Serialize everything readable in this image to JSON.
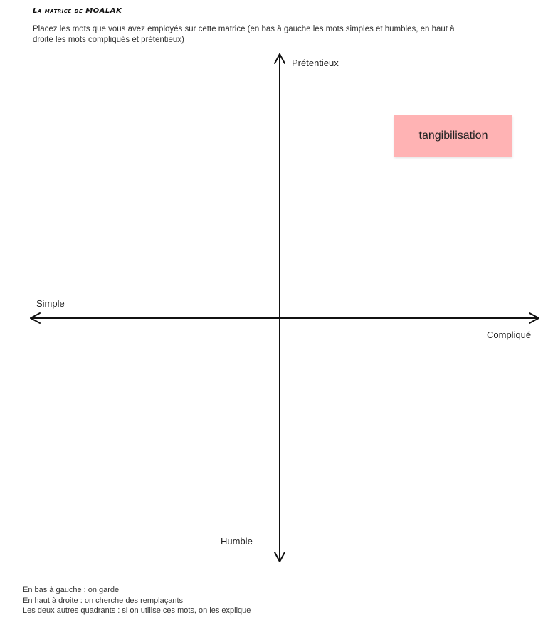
{
  "header": {
    "title": "La matrice de MOALAK",
    "instructions": "Placez les mots que vous avez employés sur cette matrice (en bas à gauche les mots simples et humbles, en haut à droite les mots compliqués et prétentieux)"
  },
  "matrix": {
    "axis_labels": {
      "top": "Prétentieux",
      "bottom": "Humble",
      "left": "Simple",
      "right": "Compliqué"
    },
    "notes": [
      {
        "text": "tangibilisation",
        "color": "#ffb3b4"
      }
    ]
  },
  "legend": {
    "lines": [
      "En bas à gauche  : on garde",
      "En haut à droite : on cherche des remplaçants",
      "Les deux autres quadrants : si on utilise ces mots, on les explique"
    ]
  }
}
